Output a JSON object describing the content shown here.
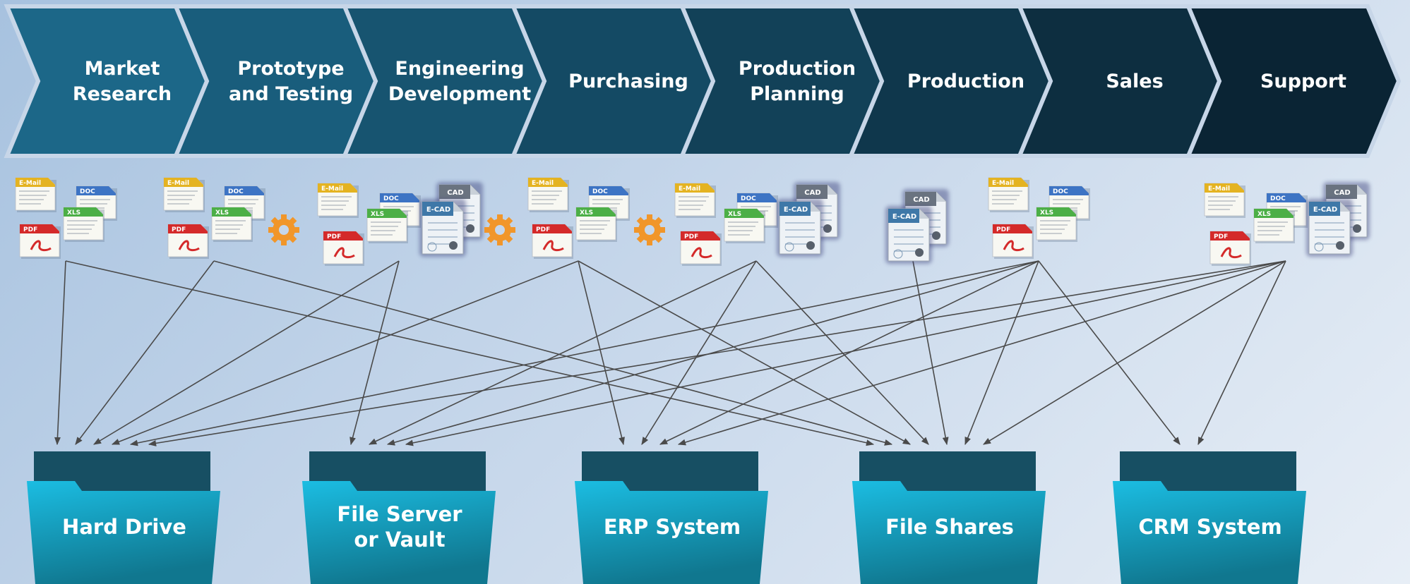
{
  "stages": [
    {
      "label": [
        "Market",
        "Research"
      ],
      "files": [
        "E-Mail",
        "DOC",
        "XLS",
        "PDF"
      ]
    },
    {
      "label": [
        "Prototype",
        "and Testing"
      ],
      "files": [
        "E-Mail",
        "DOC",
        "XLS",
        "PDF"
      ]
    },
    {
      "label": [
        "Engineering",
        "Development"
      ],
      "files": [
        "E-Mail",
        "DOC",
        "XLS",
        "PDF",
        "CAD",
        "E-CAD"
      ]
    },
    {
      "label": [
        "Purchasing"
      ],
      "files": [
        "E-Mail",
        "DOC",
        "XLS",
        "PDF"
      ]
    },
    {
      "label": [
        "Production",
        "Planning"
      ],
      "files": [
        "E-Mail",
        "DOC",
        "XLS",
        "PDF",
        "CAD",
        "E-CAD"
      ]
    },
    {
      "label": [
        "Production"
      ],
      "files": [
        "CAD",
        "E-CAD"
      ]
    },
    {
      "label": [
        "Sales"
      ],
      "files": [
        "E-Mail",
        "DOC",
        "XLS",
        "PDF"
      ]
    },
    {
      "label": [
        "Support"
      ],
      "files": [
        "E-Mail",
        "DOC",
        "XLS",
        "PDF",
        "CAD",
        "E-CAD"
      ]
    }
  ],
  "systems": [
    {
      "label": [
        "Hard Drive"
      ]
    },
    {
      "label": [
        "File Server",
        "or Vault"
      ]
    },
    {
      "label": [
        "ERP System"
      ]
    },
    {
      "label": [
        "File Shares"
      ]
    },
    {
      "label": [
        "CRM System"
      ]
    }
  ],
  "file_types": {
    "E-Mail": {
      "color": "#e4b321"
    },
    "DOC": {
      "color": "#3d74c4"
    },
    "XLS": {
      "color": "#4caf46"
    },
    "PDF": {
      "color": "#d42a2a"
    },
    "CAD": {
      "color": "#6a7380"
    },
    "E-CAD": {
      "color": "#3f78a8"
    }
  },
  "gear_color": "#f1962a",
  "colors": {
    "chevron_start": "#1c6788",
    "chevron_end": "#0a2434",
    "folder_back": "#174f63",
    "folder_front_top": "#1bbde2",
    "folder_front_bottom": "#10778f",
    "arrow": "#4a4a4a"
  },
  "connections": [
    {
      "from": 0,
      "to": 0
    },
    {
      "from": 0,
      "to": 3
    },
    {
      "from": 1,
      "to": 0
    },
    {
      "from": 1,
      "to": 3
    },
    {
      "from": 2,
      "to": 0
    },
    {
      "from": 2,
      "to": 1
    },
    {
      "from": 3,
      "to": 0
    },
    {
      "from": 3,
      "to": 2
    },
    {
      "from": 3,
      "to": 3
    },
    {
      "from": 4,
      "to": 1
    },
    {
      "from": 4,
      "to": 2
    },
    {
      "from": 4,
      "to": 3
    },
    {
      "from": 5,
      "to": 3
    },
    {
      "from": 6,
      "to": 0
    },
    {
      "from": 6,
      "to": 1
    },
    {
      "from": 6,
      "to": 2
    },
    {
      "from": 6,
      "to": 3
    },
    {
      "from": 6,
      "to": 4
    },
    {
      "from": 7,
      "to": 0
    },
    {
      "from": 7,
      "to": 1
    },
    {
      "from": 7,
      "to": 2
    },
    {
      "from": 7,
      "to": 3
    },
    {
      "from": 7,
      "to": 4
    }
  ]
}
